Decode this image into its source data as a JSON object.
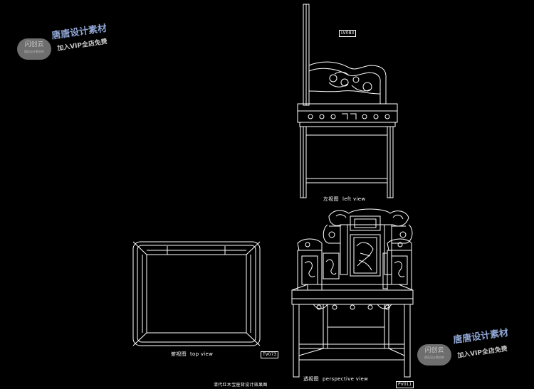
{
  "views": {
    "left": {
      "cn": "左视图",
      "en": "left view",
      "tag": "LV083"
    },
    "top": {
      "cn": "俯视图",
      "en": "top view",
      "tag": "TV073"
    },
    "perspective": {
      "cn": "透视图",
      "en": "perspective view",
      "tag": "PV011"
    }
  },
  "caption": "清代红木宝座背设计效果图",
  "watermarks": [
    {
      "badge": "闪创云",
      "badge_sub": "国际设计素材库",
      "title": "唐唐设计素材",
      "subtitle": "加入VIP全店免费"
    },
    {
      "badge": "闪创云",
      "badge_sub": "国际设计素材库",
      "title": "唐唐设计素材",
      "subtitle": "加入VIP全店免费"
    }
  ],
  "colors": {
    "background": "#000000",
    "line": "#ffffff",
    "watermark_title": "#8fa6d4"
  }
}
